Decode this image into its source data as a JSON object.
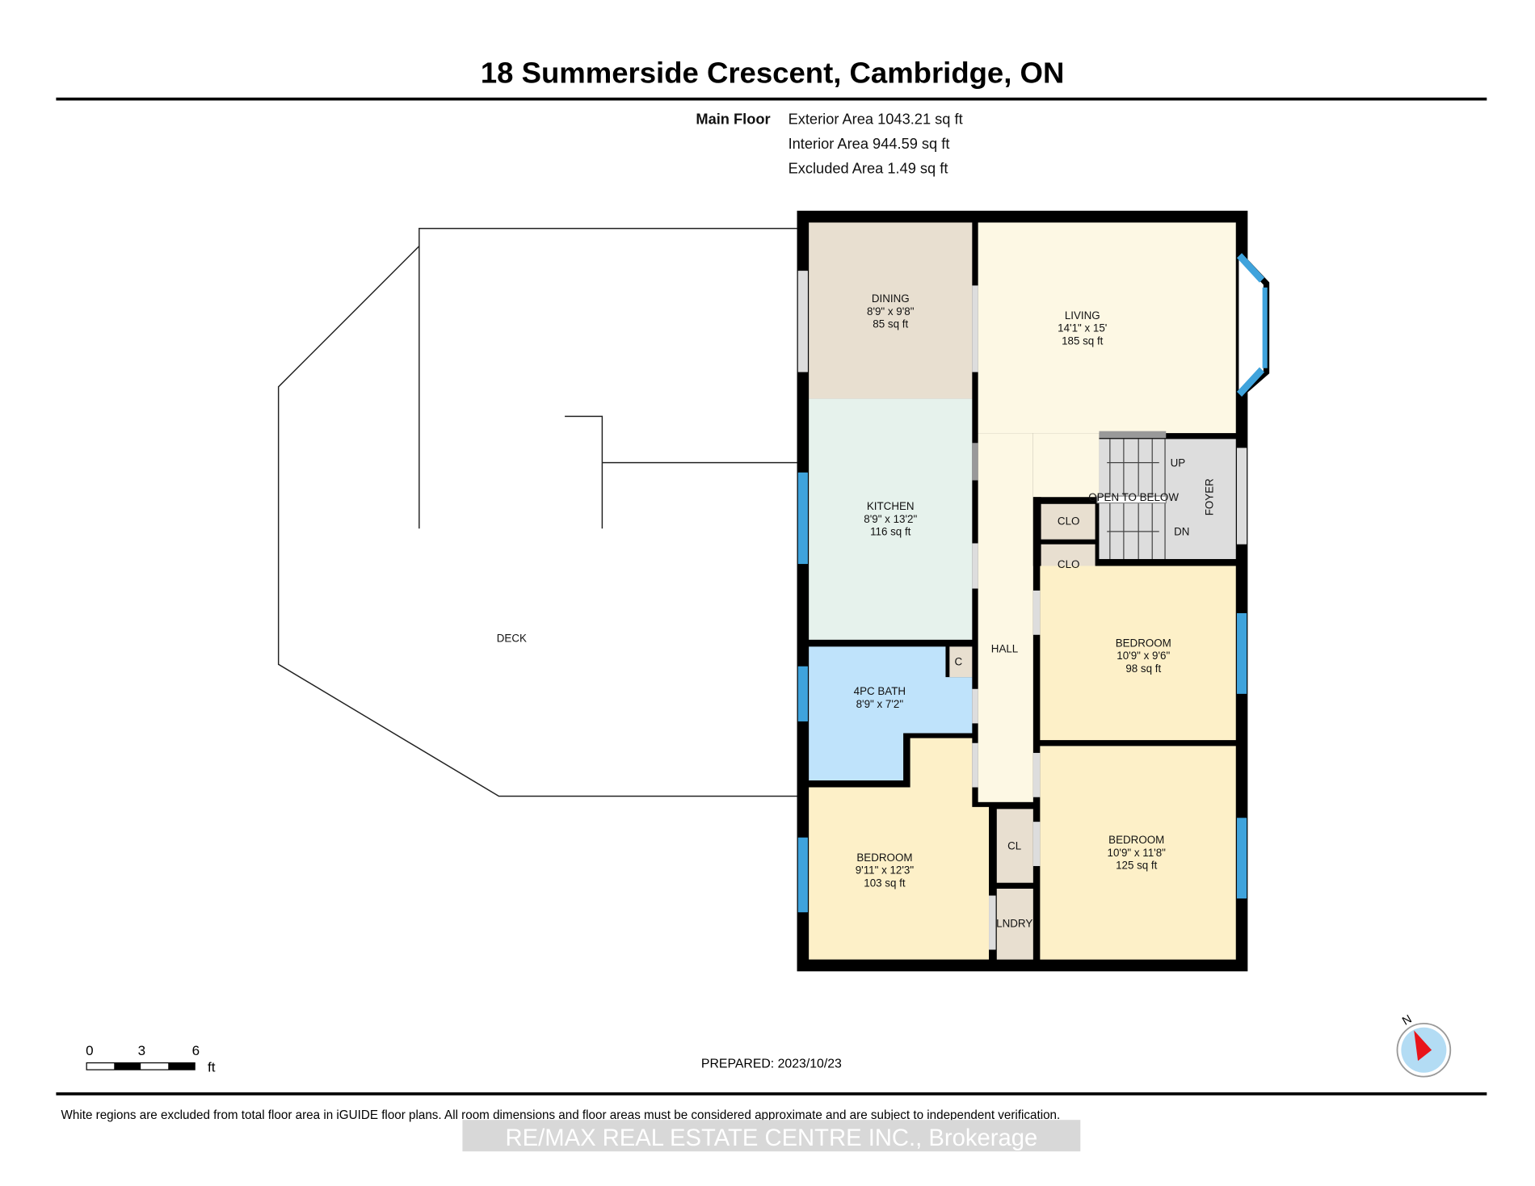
{
  "title": "18 Summerside Crescent, Cambridge, ON",
  "floor": {
    "name": "Main Floor",
    "areas": [
      "Exterior Area 1043.21 sq ft",
      "Interior Area 944.59 sq ft",
      "Excluded Area 1.49 sq ft"
    ]
  },
  "rooms": {
    "dining": {
      "name": "DINING",
      "dims": "8'9\" x 9'8\"",
      "area": "85 sq ft"
    },
    "living": {
      "name": "LIVING",
      "dims": "14'1\" x 15'",
      "area": "185 sq ft"
    },
    "kitchen": {
      "name": "KITCHEN",
      "dims": "8'9\" x 13'2\"",
      "area": "116 sq ft"
    },
    "bath": {
      "name": "4PC BATH",
      "dims": "8'9\" x 7'2\""
    },
    "bedroom1": {
      "name": "BEDROOM",
      "dims": "10'9\" x 9'6\"",
      "area": "98 sq ft"
    },
    "bedroom2": {
      "name": "BEDROOM",
      "dims": "10'9\" x 11'8\"",
      "area": "125 sq ft"
    },
    "bedroom3": {
      "name": "BEDROOM",
      "dims": "9'11\" x 12'3\"",
      "area": "103 sq ft"
    },
    "hall": "HALL",
    "foyer": "FOYER",
    "clo1": "CLO",
    "clo2": "CLO",
    "c": "C",
    "cl": "CL",
    "lndry": "LNDRY",
    "up": "UP",
    "dn": "DN",
    "open_to_below": "OPEN TO BELOW",
    "deck": "DECK"
  },
  "scale": {
    "ticks": [
      "0",
      "3",
      "6"
    ],
    "unit": "ft"
  },
  "compass": {
    "label": "N"
  },
  "prepared": "PREPARED: 2023/10/23",
  "disclaimer": "White regions are excluded from total floor area in iGUIDE floor plans. All room dimensions and floor areas must be considered approximate and are subject to independent verification.",
  "watermark": "RE/MAX REAL ESTATE CENTRE INC., Brokerage",
  "colors": {
    "dining": "#e8dfd0",
    "kitchen": "#e6f2ec",
    "living": "#fdf8e4",
    "bedroom": "#fdf0c8",
    "bath": "#bfe3fb",
    "window": "#3fa3dc",
    "stairs": "#dddddd"
  }
}
